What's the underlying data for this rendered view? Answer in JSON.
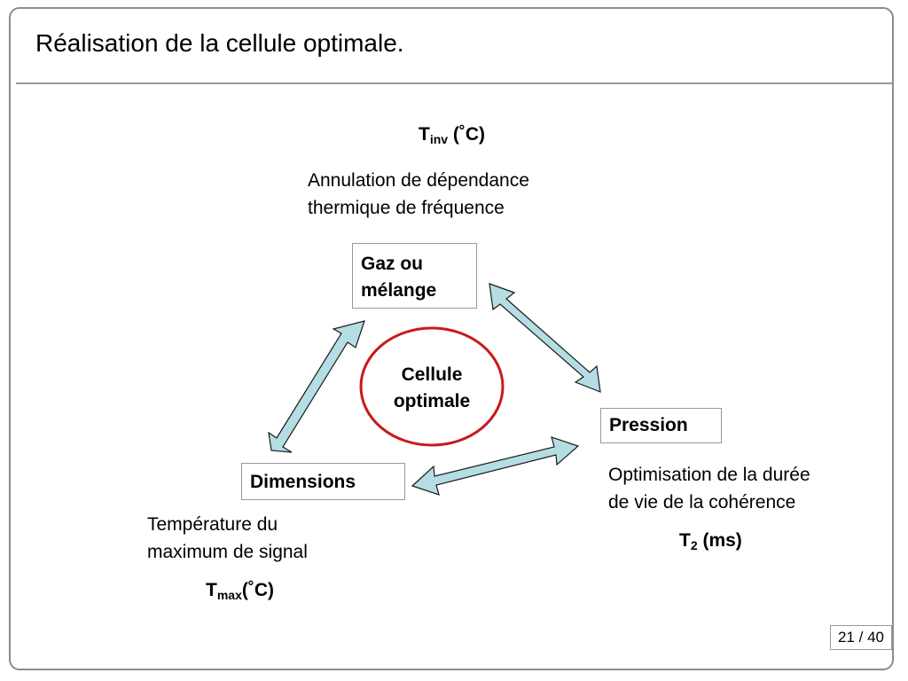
{
  "slide": {
    "title": "Réalisation de la cellule optimale.",
    "page": {
      "current": "21",
      "separator": "/",
      "total": "40"
    }
  },
  "diagram": {
    "center": {
      "line1": "Cellule",
      "line2": "optimale",
      "ring_color": "#c8191c"
    },
    "nodes": {
      "gaz": {
        "line1": "Gaz ou",
        "line2": "mélange"
      },
      "pression": {
        "label": "Pression"
      },
      "dimensions": {
        "label": "Dimensions"
      }
    },
    "annotations": {
      "top": {
        "symbol": "T",
        "subscript": "inv",
        "unit": " (˚C)",
        "line1": "Annulation de dépendance",
        "line2": "thermique de fréquence"
      },
      "right": {
        "line1": "Optimisation de la durée",
        "line2": "de vie de la cohérence",
        "symbol": "T",
        "subscript": "2",
        "unit": " (ms)"
      },
      "left": {
        "line1": "Température du",
        "line2": "maximum de signal",
        "symbol": "T",
        "subscript": "max",
        "unit": "(˚C)"
      }
    },
    "arrow_fill": "#b4dde4",
    "arrow_stroke": "#1a1a1a"
  }
}
